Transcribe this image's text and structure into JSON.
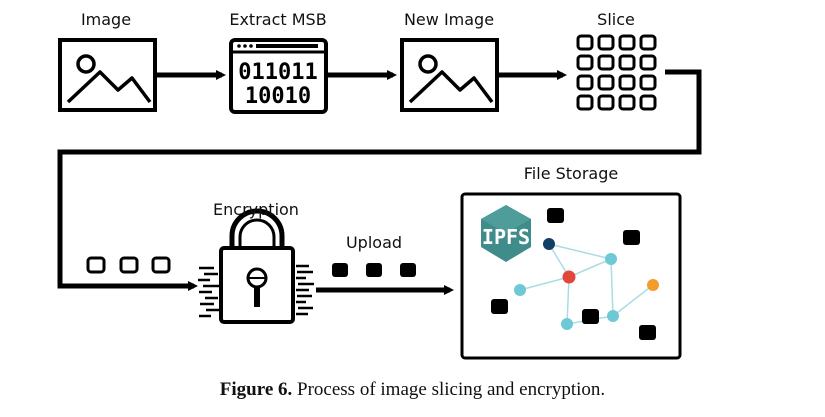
{
  "labels": {
    "image": "Image",
    "extract_msb": "Extract MSB",
    "new_image": "New Image",
    "slice": "Slice",
    "encryption": "Encryption",
    "upload": "Upload",
    "file_storage": "File Storage"
  },
  "binary": {
    "line1": "011011",
    "line2": "10010"
  },
  "ipfs_logo": "IPFS",
  "caption": {
    "label": "Figure 6.",
    "text": " Process of image slicing and encryption."
  },
  "colors": {
    "stroke": "#000000",
    "ipfs_hex": "#3f8c8b",
    "node_blue": "#6ec9d6",
    "node_red": "#e3473a",
    "node_orange": "#f39c2e",
    "node_navy": "#123f63",
    "edge": "#a8dde6"
  }
}
